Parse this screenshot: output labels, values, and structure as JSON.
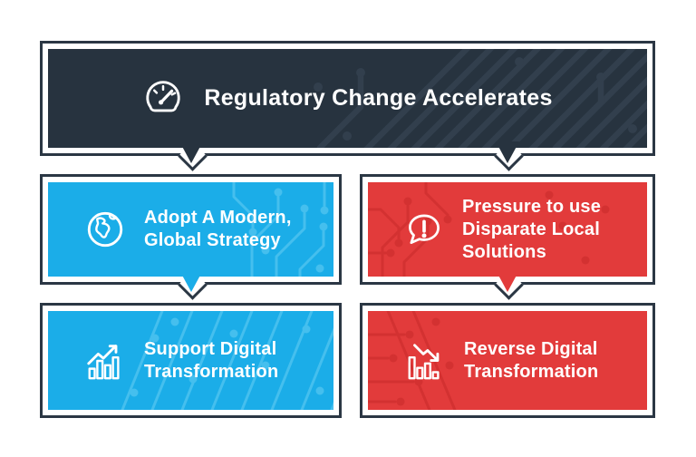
{
  "theme": {
    "background": "#ffffff",
    "navy": "#27333f",
    "navy_pattern": "#323f4d",
    "blue": "#1bade8",
    "blue_pattern": "#45bfee",
    "red": "#e23b3b",
    "red_pattern": "#d33131",
    "text": "#ffffff",
    "border": "#2b3744"
  },
  "header": {
    "title": "Regulatory Change Accelerates",
    "icon": "speedometer-icon"
  },
  "cards": [
    {
      "id": "adopt",
      "color": "blue",
      "icon": "globe-icon",
      "lines": [
        "Adopt A Modern,",
        "Global Strategy"
      ]
    },
    {
      "id": "pressure",
      "color": "red",
      "icon": "alert-bubble-icon",
      "lines": [
        "Pressure to use",
        "Disparate Local",
        "Solutions"
      ]
    },
    {
      "id": "support",
      "color": "blue",
      "icon": "chart-up-icon",
      "lines": [
        "Support Digital",
        "Transformation"
      ]
    },
    {
      "id": "reverse",
      "color": "red",
      "icon": "chart-down-icon",
      "lines": [
        "Reverse Digital",
        "Transformation"
      ]
    }
  ]
}
